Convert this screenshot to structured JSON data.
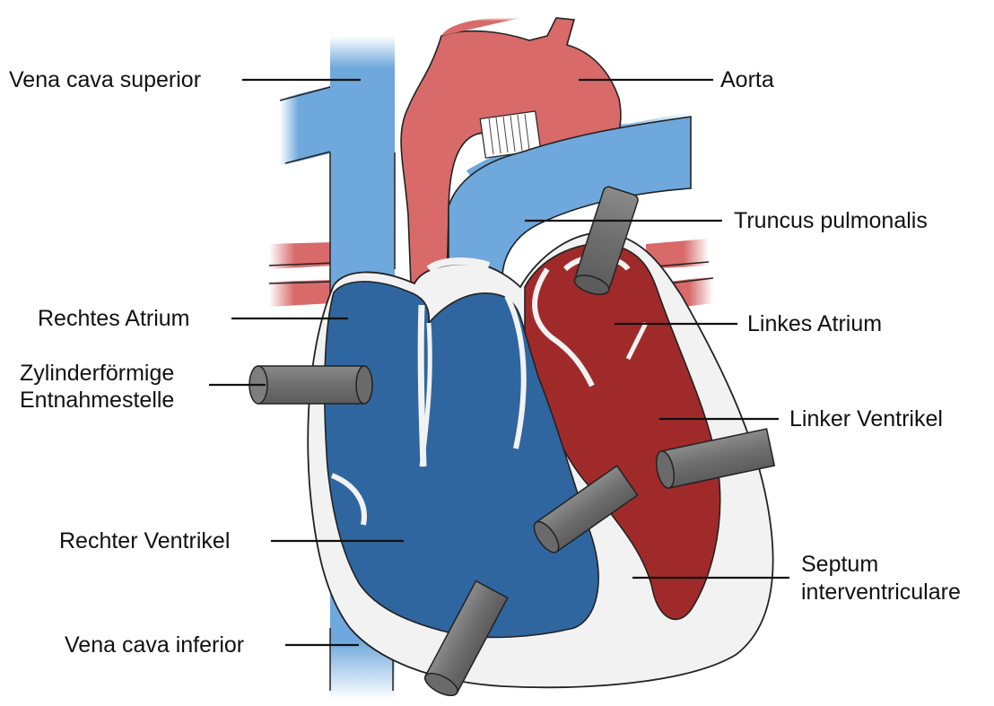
{
  "diagram": {
    "labels": {
      "vena_cava_superior": "Vena cava superior",
      "aorta": "Aorta",
      "truncus_pulmonalis": "Truncus pulmonalis",
      "rechtes_atrium": "Rechtes Atrium",
      "linkes_atrium": "Linkes Atrium",
      "zylinder_line1": "Zylinderförmige",
      "zylinder_line2": "Entnahmestelle",
      "linker_ventrikel": "Linker Ventrikel",
      "rechter_ventrikel": "Rechter Ventrikel",
      "septum_line1": "Septum",
      "septum_line2": "interventriculare",
      "vena_cava_inferior": "Vena cava inferior"
    },
    "colors": {
      "vein_light_blue": "#6ea8dc",
      "right_heart_dark_blue": "#2f66a0",
      "aorta_red": "#d86a6a",
      "left_heart_dark_red": "#a02a2a",
      "pulmonary_vein_red": "#d86a6a",
      "myocardium_white": "#f2f2f2",
      "sample_cylinder_gray": "#707070",
      "outline": "#222222"
    }
  }
}
